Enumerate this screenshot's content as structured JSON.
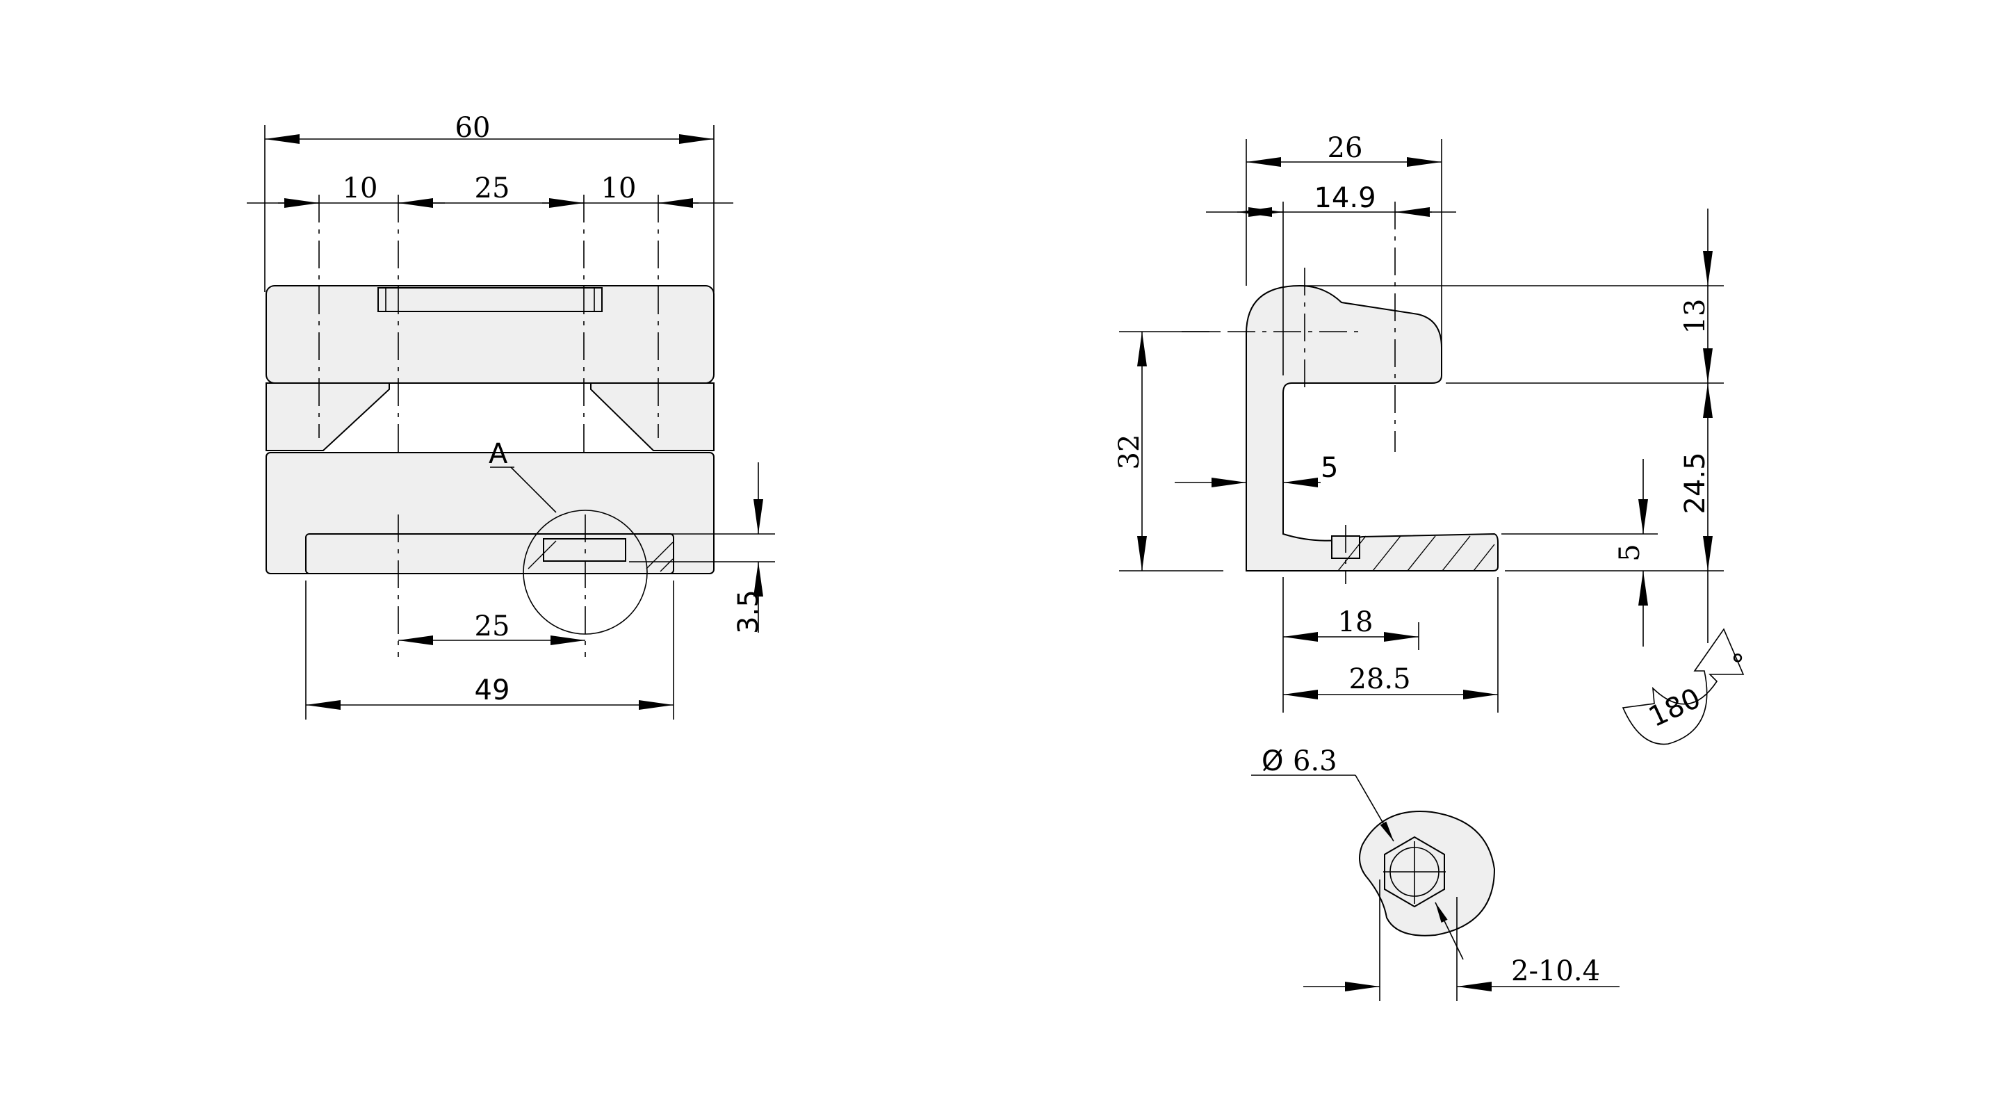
{
  "front_view": {
    "dims": {
      "overall_width": "60",
      "left_offset": "10",
      "center_span": "25",
      "right_offset": "10",
      "hole_spacing": "25",
      "base_width": "49",
      "recess_depth": "3.5"
    },
    "detail_label": "A"
  },
  "side_view": {
    "dims": {
      "overall_depth": "26",
      "arm_offset": "14.9",
      "height": "32",
      "wall_thickness": "5",
      "top_arm": "13",
      "gap": "24.5",
      "base_thickness": "5",
      "hole_position": "18",
      "base_length": "28.5"
    },
    "rotation_label": "180",
    "rotation_unit": "°"
  },
  "detail_view": {
    "hole_diameter": "6.3",
    "diameter_symbol": "Ø",
    "hex_size": "2-10.4"
  }
}
